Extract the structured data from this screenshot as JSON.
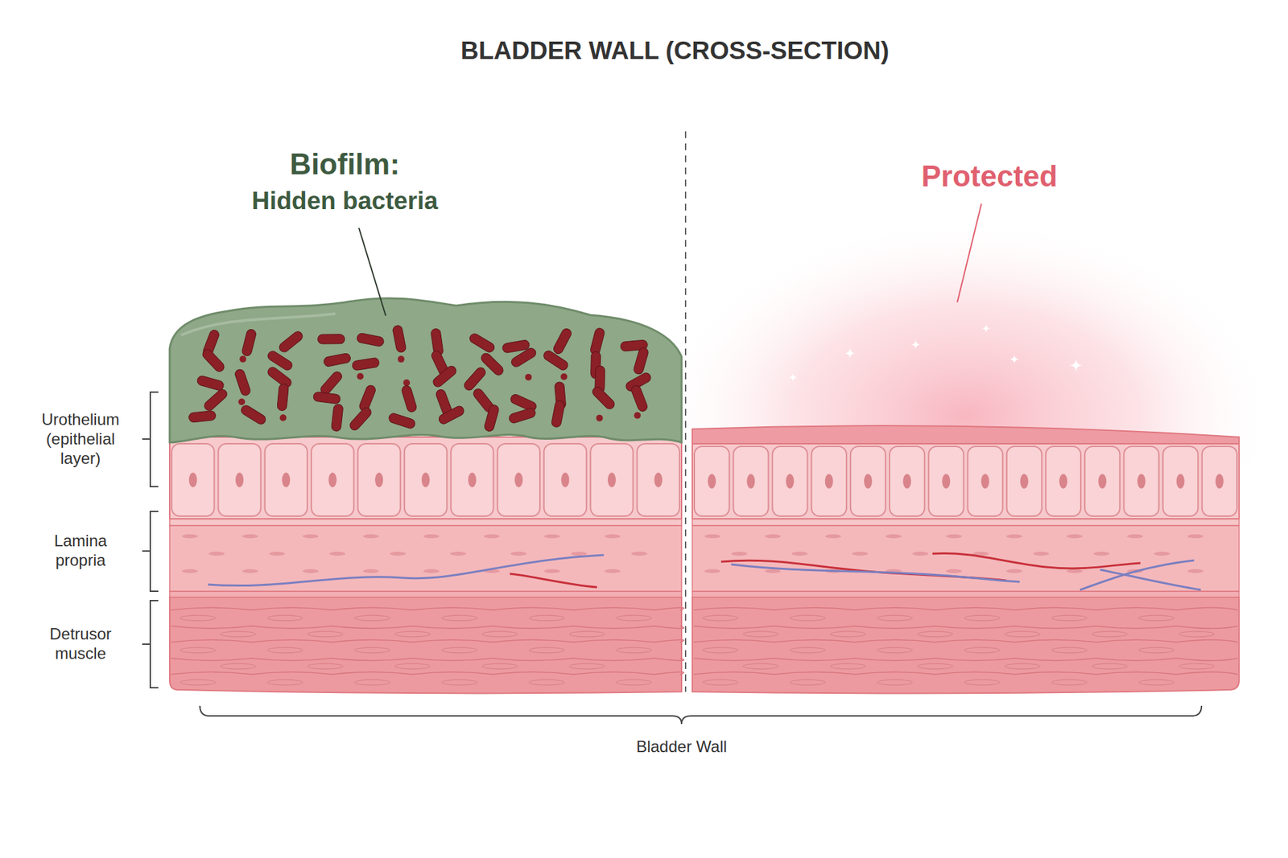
{
  "diagram": {
    "title": "BLADDER WALL (CROSS-SECTION)",
    "labels": [
      "Biofilm:",
      "Hidden bacteria",
      "Protected",
      "Urothelium (epithelial layer)",
      "Lamina propria",
      "Detrusor muscle",
      "Bladder Wall"
    ]
  }
}
